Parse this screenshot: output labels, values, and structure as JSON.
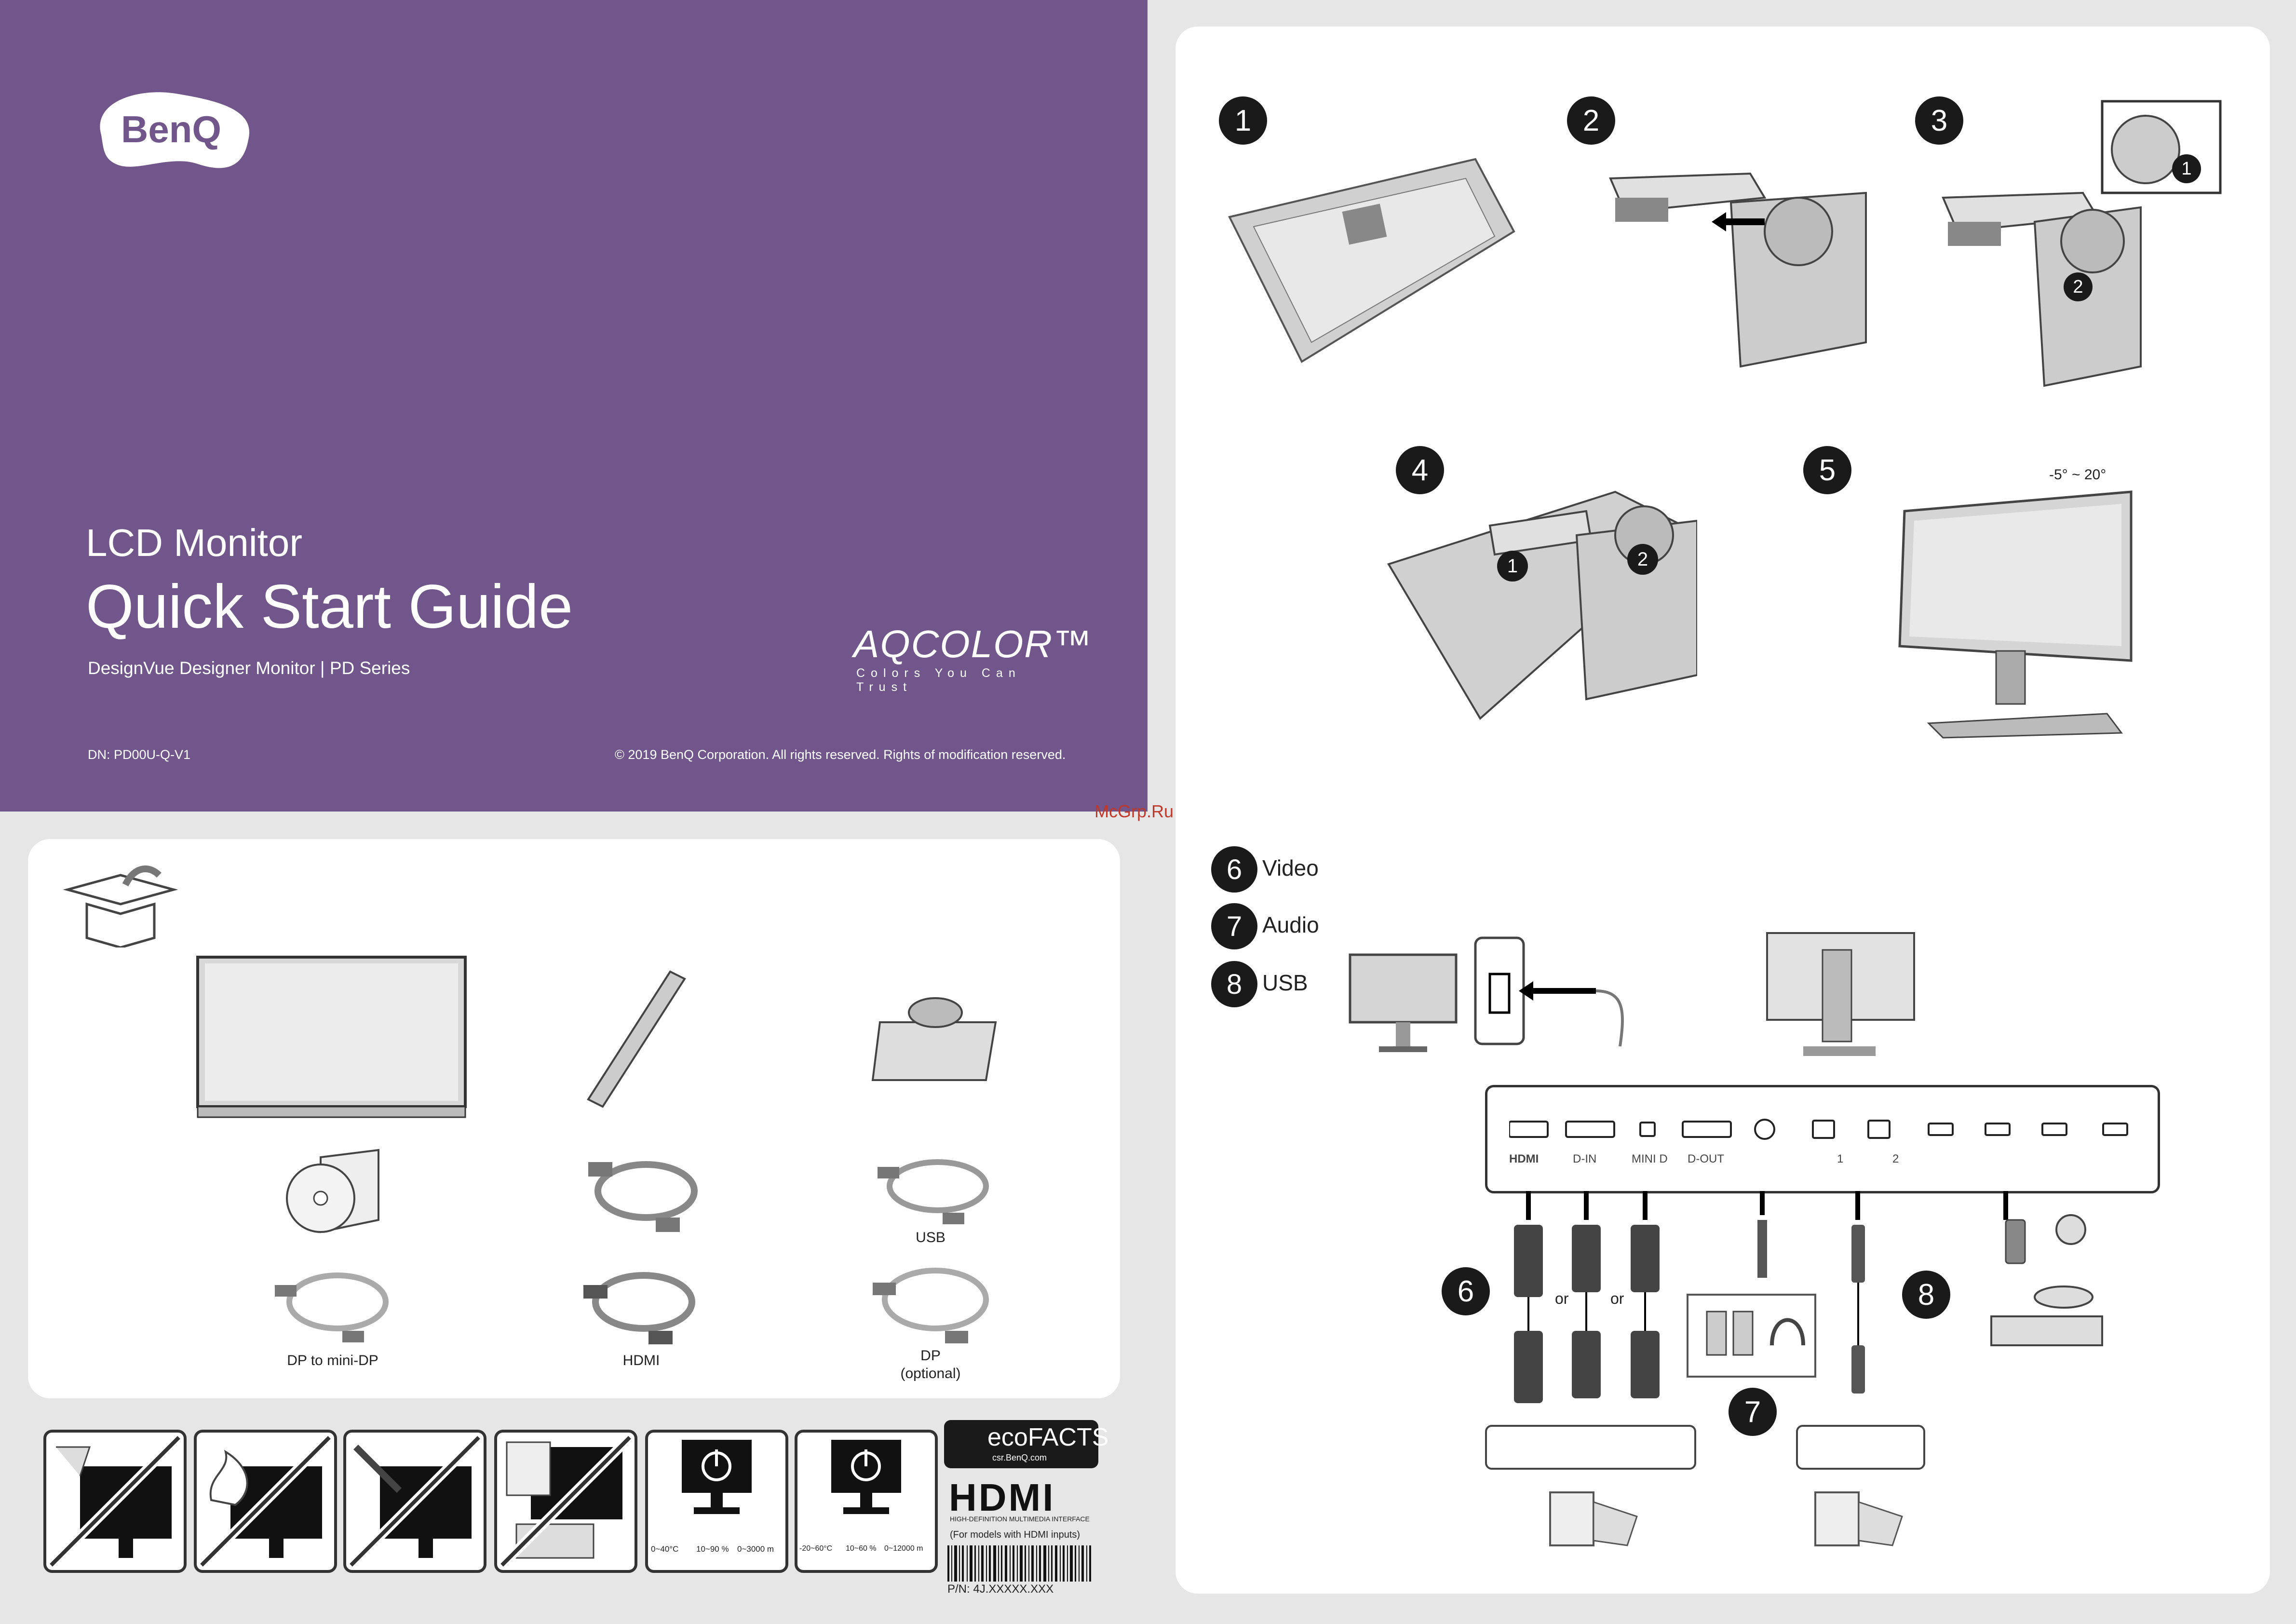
{
  "cover": {
    "brand": "BenQ",
    "product": "LCD Monitor",
    "title": "Quick Start Guide",
    "series": "DesignVue Designer Monitor  |  PD Series",
    "doc_number": "DN: PD00U-Q-V1",
    "copyright": "© 2019 BenQ Corporation. All rights reserved. Rights of modification reserved.",
    "aqcolor_logo": "AQCOLOR™",
    "aqcolor_tagline": "Colors You Can Trust"
  },
  "watermark": "McGrp.Ru",
  "setup_steps": [
    "1",
    "2",
    "3",
    "4",
    "5"
  ],
  "step3_callouts": [
    "1",
    "2"
  ],
  "step4_callouts": [
    "1",
    "2"
  ],
  "tilt_range": "-5° ~ 20°",
  "connections": {
    "legend": [
      {
        "num": "6",
        "label": "Video"
      },
      {
        "num": "7",
        "label": "Audio"
      },
      {
        "num": "8",
        "label": "USB"
      }
    ],
    "ports": [
      "HDMI",
      "D-IN",
      "MINI D",
      "D-OUT",
      "",
      "1",
      "2",
      "",
      "",
      "",
      ""
    ],
    "or_1": "or",
    "or_2": "or",
    "badge_video": "6",
    "badge_audio": "7",
    "badge_usb": "8"
  },
  "package": {
    "usb": "USB",
    "dp_to_mini_dp": "DP to mini-DP",
    "hdmi": "HDMI",
    "dp": "DP",
    "dp_note": "(optional)"
  },
  "environment": {
    "operating": [
      "0~40°C",
      "10~90 %",
      "0~3000 m"
    ],
    "storage": [
      "-20~60°C",
      "10~60 %",
      "0~12000 m"
    ]
  },
  "ecofacts": {
    "title": "ecoFACTS",
    "url": "csr.BenQ.com"
  },
  "hdmi_logo": {
    "name": "HDMI",
    "subtitle": "HIGH-DEFINITION MULTIMEDIA INTERFACE",
    "note": "(For models with HDMI inputs)"
  },
  "part_number": "P/N: 4J.XXXXX.XXX",
  "colors": {
    "cover": "#70568a",
    "panel": "#ffffff",
    "ink": "#1a1a1a",
    "bg": "#e6e6e6"
  }
}
